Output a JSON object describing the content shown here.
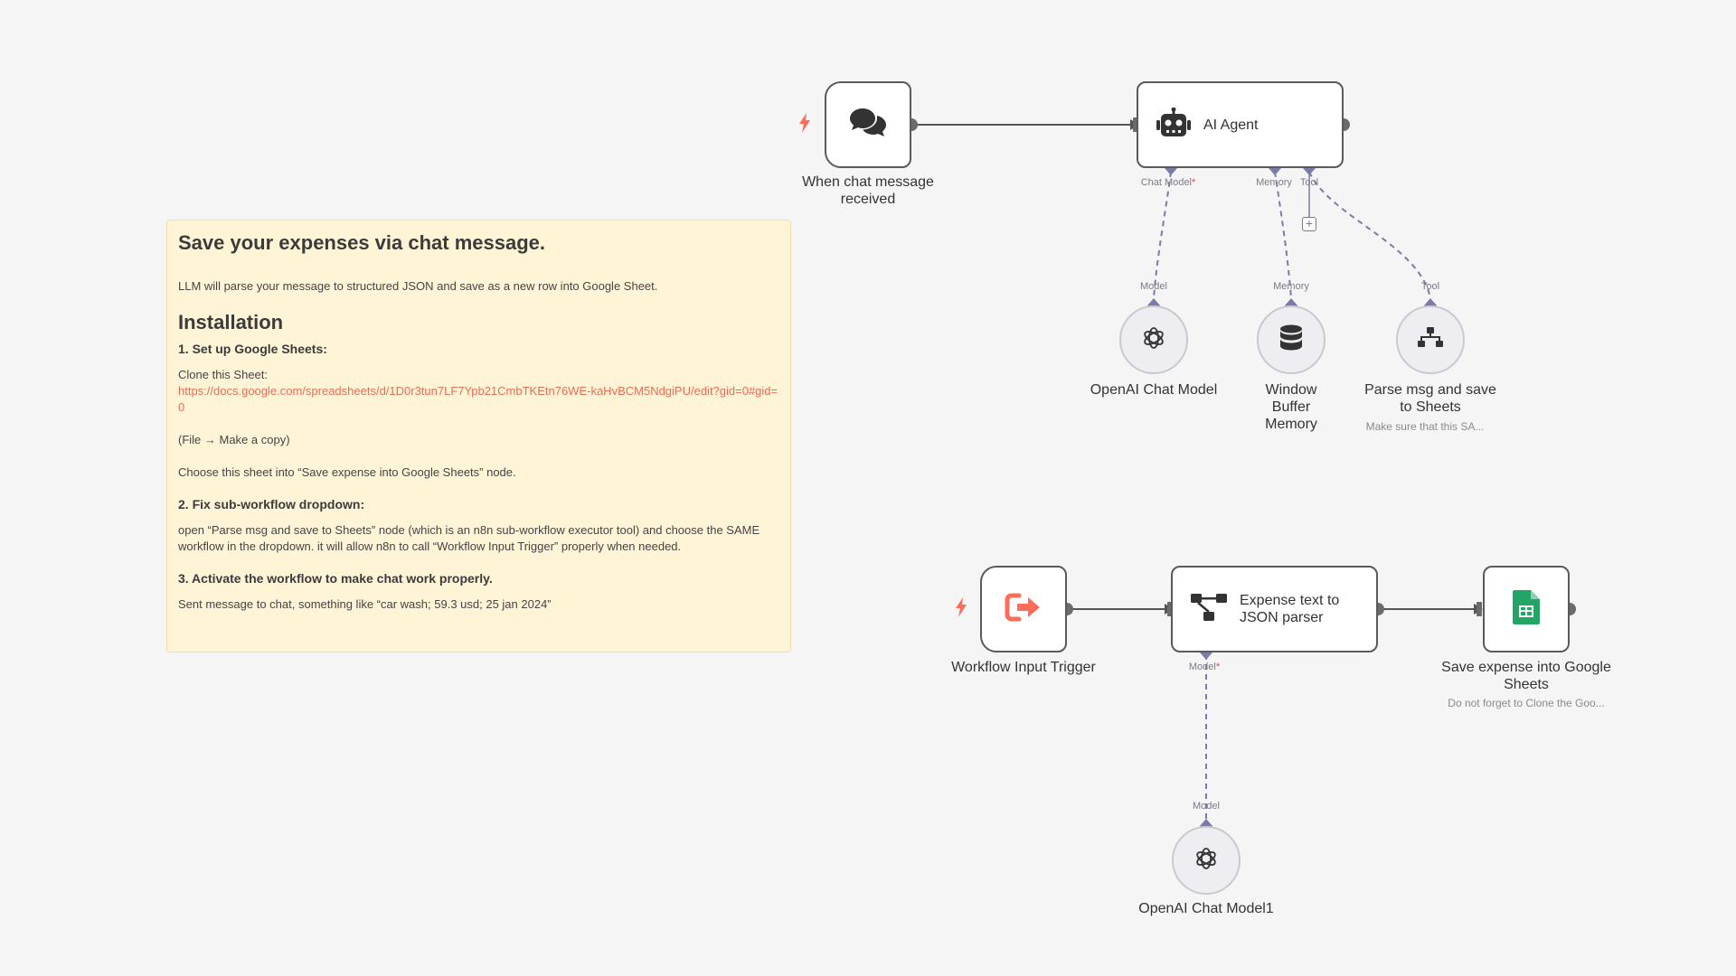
{
  "sticky": {
    "title": "Save your expenses via chat message.",
    "intro": "LLM will parse your message to structured JSON and save as a new row into Google Sheet.",
    "installation_heading": "Installation",
    "step1_heading": "1. Set up Google Sheets:",
    "step1_clone": "Clone this Sheet:",
    "step1_link": "https://docs.google.com/spreadsheets/d/1D0r3tun7LF7Ypb21CmbTKEtn76WE-kaHvBCM5NdgiPU/edit?gid=0#gid=0",
    "step1_copy": "(File → Make a copy)",
    "step1_choose": "Choose this sheet into “Save expense into Google Sheets” node.",
    "step2_heading": "2. Fix sub-workflow dropdown:",
    "step2_text": "open “Parse msg and save to Sheets” node (which is an n8n sub-workflow executor tool) and choose the SAME workflow in the dropdown. it will allow n8n to call “Workflow Input Trigger” properly when needed.",
    "step3_heading": "3. Activate the workflow to make chat work properly.",
    "step3_text": "Sent message to chat, something like “car wash; 59.3 usd; 25 jan 2024”"
  },
  "nodes": {
    "chat_trigger": {
      "label": "When chat message received"
    },
    "ai_agent": {
      "label": "AI Agent"
    },
    "openai_chat_model": {
      "label": "OpenAI Chat Model"
    },
    "window_buffer_memory": {
      "label": "Window Buffer Memory"
    },
    "parse_msg_tool": {
      "label": "Parse msg and save to Sheets",
      "note": "Make sure that this SA..."
    },
    "workflow_input_trigger": {
      "label": "Workflow Input Trigger"
    },
    "expense_parser": {
      "label": "Expense text to JSON parser"
    },
    "save_expense": {
      "label": "Save expense into Google Sheets",
      "note": "Do not forget to Clone the Goo..."
    },
    "openai_chat_model1": {
      "label": "OpenAI Chat Model1"
    }
  },
  "ports": {
    "agent_chat_model": "Chat Model",
    "agent_memory": "Memory",
    "agent_tool": "Tool",
    "model_out": "Model",
    "memory_out": "Memory",
    "tool_out": "Tool",
    "parser_model": "Model",
    "model1_out": "Model",
    "required_mark": "*"
  },
  "colors": {
    "canvas": "#f5f5f5",
    "node_border": "#5a5a5a",
    "connector": "#555555",
    "ai_port": "#7b7bab",
    "trigger": "#ff6d5a",
    "sheets_green": "#23a566",
    "sticky_bg": "#fff5d6",
    "link": "#e86d55"
  },
  "icons": {
    "chat_trigger": "chat-bubbles-icon",
    "ai_agent": "robot-icon",
    "openai": "openai-logo-icon",
    "memory": "database-icon",
    "tool": "sitemap-icon",
    "workflow_trigger": "sign-in-arrow-icon",
    "parser": "chain-structure-icon",
    "sheets": "google-sheets-icon",
    "trigger_marker": "lightning-bolt-icon"
  }
}
